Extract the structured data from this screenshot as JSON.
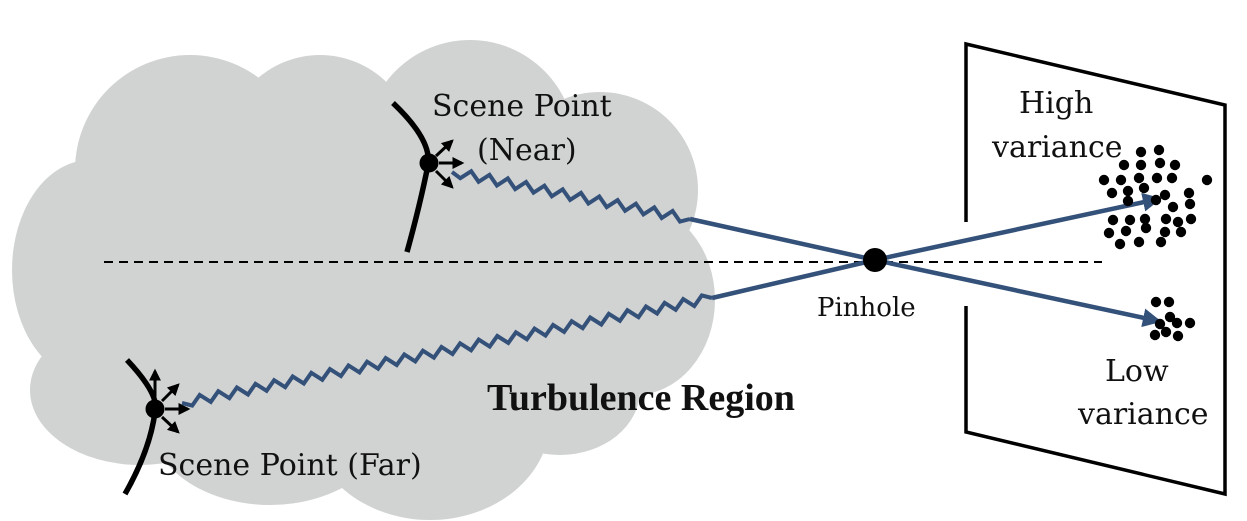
{
  "figure": {
    "description": "Pinhole camera imaging through a turbulence region: near and far scene points, light rays bending through turbulence, variance of image points on the sensor",
    "colors": {
      "cloud": "#d1d2d2",
      "ray": "#34517a",
      "ink": "#000000",
      "background": "#ffffff"
    }
  },
  "labels": {
    "scene_near_line1": "Scene Point",
    "scene_near_line2": "(Near)",
    "scene_far": "Scene Point (Far)",
    "turbulence": "Turbulence Region",
    "pinhole": "Pinhole",
    "high_line1": "High",
    "high_line2": "variance",
    "low_line1": "Low",
    "low_line2": "variance"
  },
  "legend_icons": {
    "scene_point_near": "scene-point-icon",
    "scene_point_far": "scene-point-icon",
    "pinhole": "pinhole-dot-icon",
    "image_spread_high": "dot-cluster-icon",
    "image_spread_low": "dot-cluster-icon"
  }
}
